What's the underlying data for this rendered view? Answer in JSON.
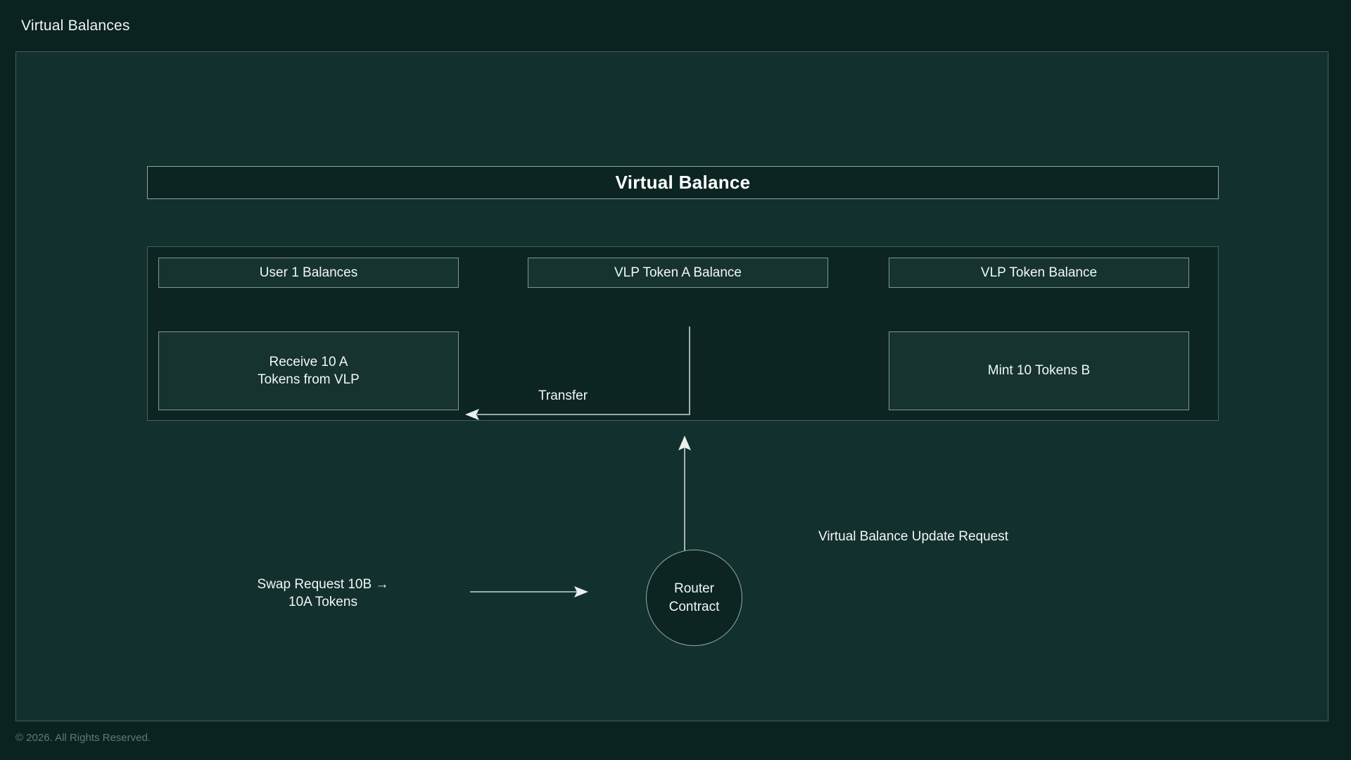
{
  "header": {
    "title": "Virtual Balances"
  },
  "diagram": {
    "title_box": {
      "label": "Virtual Balance"
    },
    "columns": [
      {
        "head": "User 1 Balances",
        "body": "Receive 10 A\nTokens from VLP",
        "has_body": true
      },
      {
        "head": "VLP Token A Balance",
        "body": "",
        "has_body": false
      },
      {
        "head": "VLP Token Balance",
        "body": "Mint 10 Tokens B",
        "has_body": true
      }
    ],
    "edges": {
      "transfer_label": "Transfer",
      "update_request_label": "Virtual Balance Update Request",
      "swap_request_label": "Swap Request 10B →\n10A Tokens"
    },
    "router_node": {
      "label": "Router\nContract"
    }
  },
  "footer": {
    "copyright": "© 2026. All Rights Reserved."
  },
  "colors": {
    "page_bg": "#0a2220",
    "panel_bg": "#12302e",
    "inner_bg": "#0c2523",
    "box_bg": "#16332f",
    "border": "#7f9893",
    "line": "#c9d6d3",
    "text": "#f2f7f6",
    "muted": "#5e7a76"
  }
}
